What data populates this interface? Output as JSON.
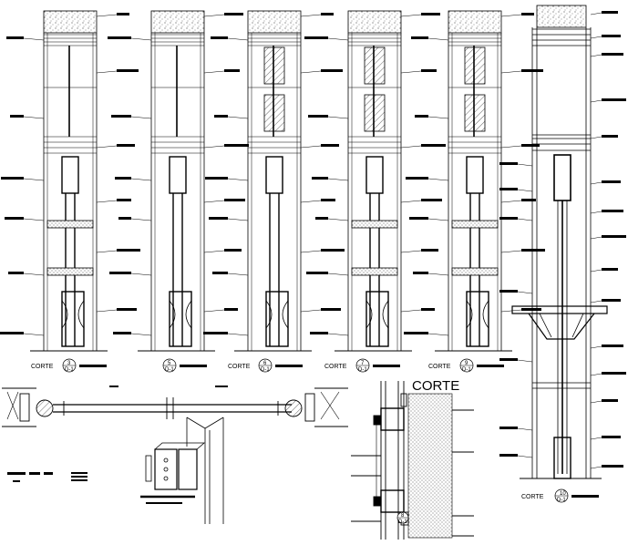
{
  "sections": [
    {
      "id": "s3",
      "caption": "CORTE",
      "tag_top": "3",
      "tag_bottom": "D-1"
    },
    {
      "id": "s5",
      "caption": "",
      "tag_top": "5",
      "tag_bottom": "D-1"
    },
    {
      "id": "s6",
      "caption": "CORTE",
      "tag_top": "6",
      "tag_bottom": "D-1"
    },
    {
      "id": "s7",
      "caption": "CORTE",
      "tag_top": "7",
      "tag_bottom": "D-1"
    },
    {
      "id": "s9",
      "caption": "CORTE",
      "tag_top": "9",
      "tag_bottom": "D-1"
    },
    {
      "id": "s10",
      "caption": "CORTE",
      "tag_top": "10",
      "tag_bottom": "D-1"
    }
  ],
  "big_section_title": "CORTE",
  "tag_8_top": "8",
  "tag_8_bottom": "D-1",
  "colors": {
    "line": "#000000",
    "background": "#ffffff"
  }
}
